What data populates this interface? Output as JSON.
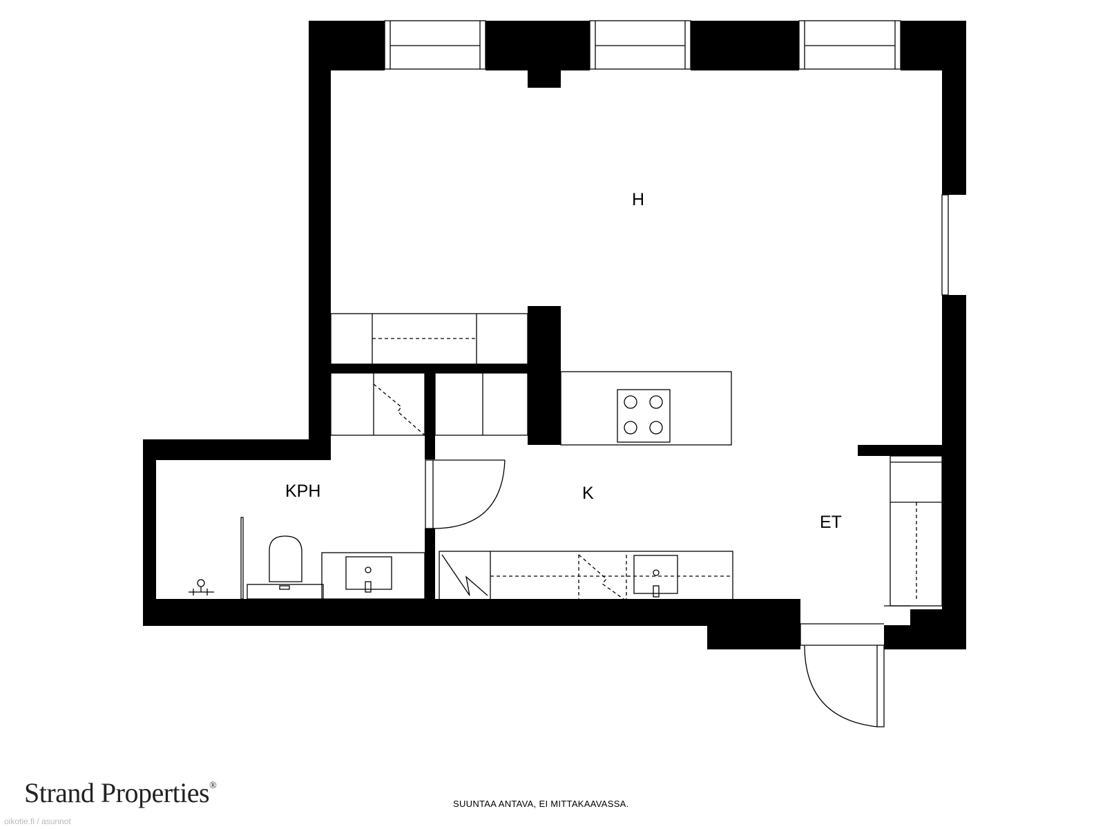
{
  "rooms": {
    "living": "H",
    "bathroom": "KPH",
    "kitchen": "K",
    "entry": "ET"
  },
  "footer": {
    "brand": "Strand Properties",
    "brand_mark": "®",
    "disclaimer": "SUUNTAA ANTAVA, EI MITTAKAAVASSA.",
    "watermark": "oikotie.fi / asunnot"
  },
  "colors": {
    "wall": "#000000",
    "background": "#ffffff",
    "watermark": "#b9b9b9"
  }
}
